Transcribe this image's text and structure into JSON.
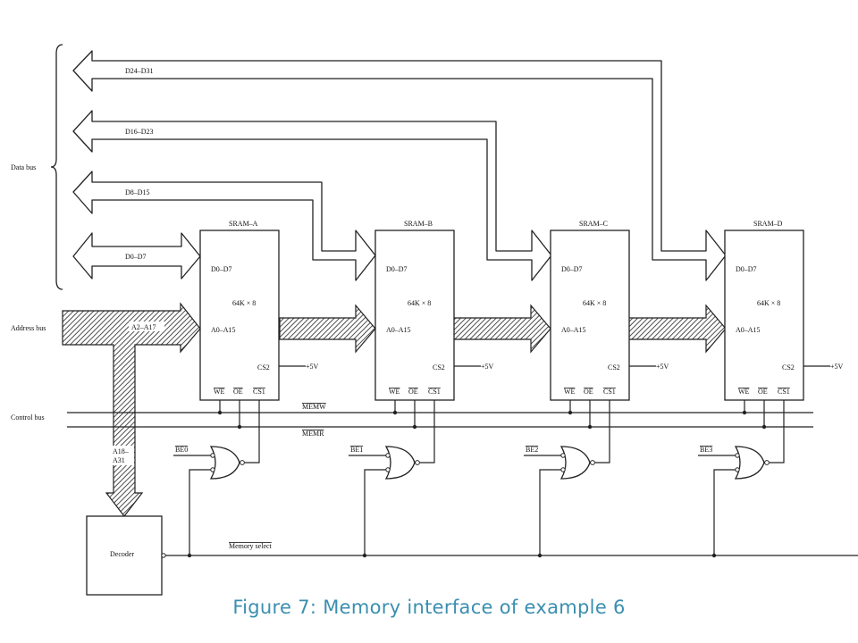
{
  "caption": "Figure 7: Memory interface of example 6",
  "buses": {
    "data": "Data bus",
    "address": "Address bus",
    "control": "Control bus"
  },
  "data_lines": [
    "D24–D31",
    "D16–D23",
    "D8–D15",
    "D0–D7"
  ],
  "address_lines": {
    "low": "A2–A17",
    "high_1": "A18–",
    "high_2": "A31"
  },
  "control_signals": {
    "memw": "MEMW",
    "memr": "MEMR",
    "memory_select": "Memory select"
  },
  "decoder": "Decoder",
  "chips": [
    {
      "name": "SRAM–A",
      "data": "D0–D7",
      "size": "64K × 8",
      "addr": "A0–A15",
      "cs2": "CS2",
      "we": "WE",
      "oe": "OE",
      "cs1": "CS1",
      "vcc": "+5V",
      "be": "BE0"
    },
    {
      "name": "SRAM–B",
      "data": "D0–D7",
      "size": "64K × 8",
      "addr": "A0–A15",
      "cs2": "CS2",
      "we": "WE",
      "oe": "OE",
      "cs1": "CS1",
      "vcc": "+5V",
      "be": "BE1"
    },
    {
      "name": "SRAM–C",
      "data": "D0–D7",
      "size": "64K × 8",
      "addr": "A0–A15",
      "cs2": "CS2",
      "we": "WE",
      "oe": "OE",
      "cs1": "CS1",
      "vcc": "+5V",
      "be": "BE2"
    },
    {
      "name": "SRAM–D",
      "data": "D0–D7",
      "size": "64K × 8",
      "addr": "A0–A15",
      "cs2": "CS2",
      "we": "WE",
      "oe": "OE",
      "cs1": "CS1",
      "vcc": "+5V",
      "be": "BE3"
    }
  ]
}
